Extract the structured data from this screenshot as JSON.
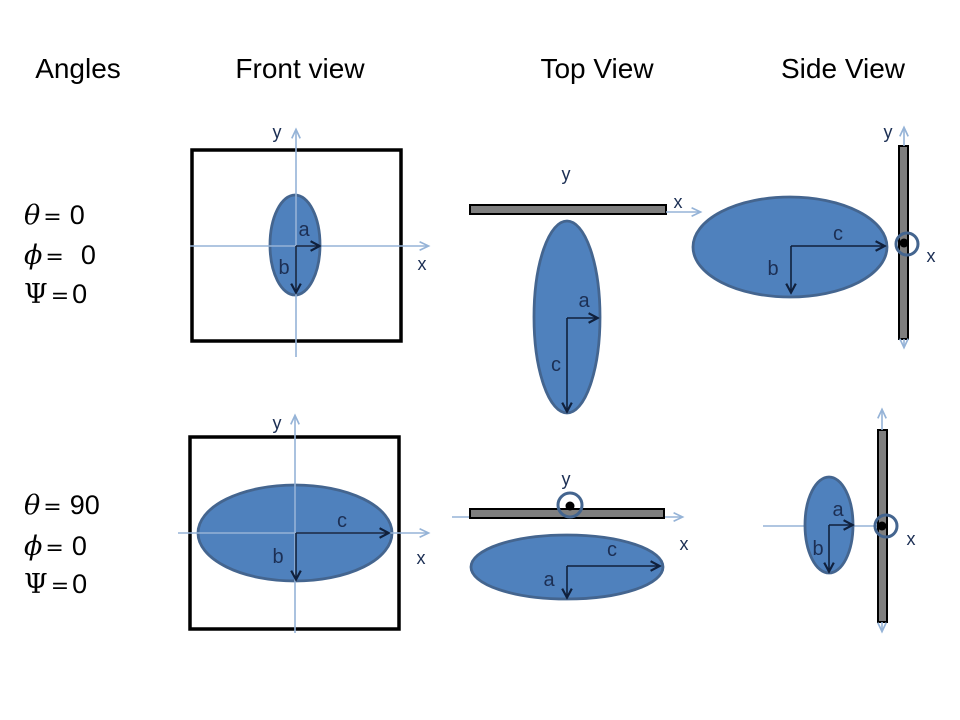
{
  "headers": {
    "angles": "Angles",
    "front": "Front view",
    "top": "Top View",
    "side": "Side View"
  },
  "colors": {
    "ellipse-fill": "#4f81bd",
    "ellipse-stroke": "#44658f",
    "axis-blue": "#95b3d7",
    "bar-fill": "#7f7f7f",
    "dim-stroke": "#10203c",
    "label-navy": "#1c2f54"
  },
  "rows": [
    {
      "angles": [
        {
          "symbol": "θ",
          "equals": "=",
          "value": "0"
        },
        {
          "symbol": "ϕ",
          "equals": "=",
          "value": "0"
        },
        {
          "symbol": "Ψ",
          "equals": "=",
          "value": "0"
        }
      ],
      "front": {
        "y_label": "y",
        "x_label": "x",
        "h_label": "a",
        "v_label": "b"
      },
      "top": {
        "y_label": "y",
        "x_label": "x",
        "h_label": "a",
        "v_label": "c"
      },
      "side": {
        "y_label": "y",
        "x_label": "x",
        "h_label": "c",
        "v_label": "b"
      }
    },
    {
      "angles": [
        {
          "symbol": "θ",
          "equals": "=",
          "value": "90"
        },
        {
          "symbol": "ϕ",
          "equals": "=",
          "value": "0"
        },
        {
          "symbol": "Ψ",
          "equals": "=",
          "value": "0"
        }
      ],
      "front": {
        "y_label": "y",
        "x_label": "x",
        "h_label": "c",
        "v_label": "b"
      },
      "top": {
        "y_label": "y",
        "x_label": "x",
        "h_label": "c",
        "v_label": "a"
      },
      "side": {
        "x_label": "x",
        "h_label": "a",
        "v_label": "b"
      }
    }
  ]
}
